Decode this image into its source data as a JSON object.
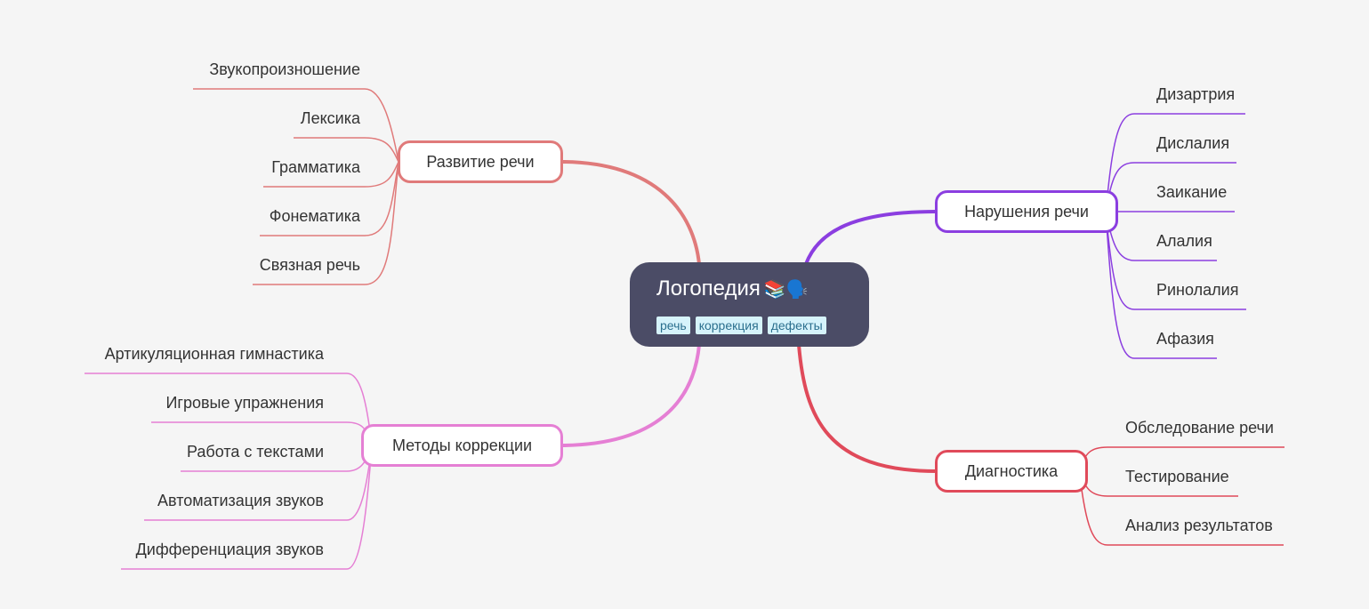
{
  "root": {
    "title": "Логопедия",
    "emoji": "📚🗣️",
    "tags": [
      "речь",
      "коррекция",
      "дефекты"
    ]
  },
  "branches": {
    "speech_development": {
      "label": "Развитие речи",
      "color": "#e07a7a",
      "children": [
        "Звукопроизношение",
        "Лексика",
        "Грамматика",
        "Фонематика",
        "Связная речь"
      ]
    },
    "correction_methods": {
      "label": "Методы коррекции",
      "color": "#e57fd4",
      "children": [
        "Артикуляционная гимнастика",
        "Игровые упражнения",
        "Работа с текстами",
        "Автоматизация звуков",
        "Дифференциация звуков"
      ]
    },
    "speech_disorders": {
      "label": "Нарушения речи",
      "color": "#8b3ee0",
      "children": [
        "Дизартрия",
        "Дислалия",
        "Заикание",
        "Алалия",
        "Ринолалия",
        "Афазия"
      ]
    },
    "diagnostics": {
      "label": "Диагностика",
      "color": "#e04a5a",
      "children": [
        "Обследование речи",
        "Тестирование",
        "Анализ результатов"
      ]
    }
  },
  "colors": {
    "background": "#f5f5f5",
    "root_fill": "#4b4c66",
    "tag_fill": "#d6f3fb",
    "tag_text": "#2b6f8e"
  }
}
